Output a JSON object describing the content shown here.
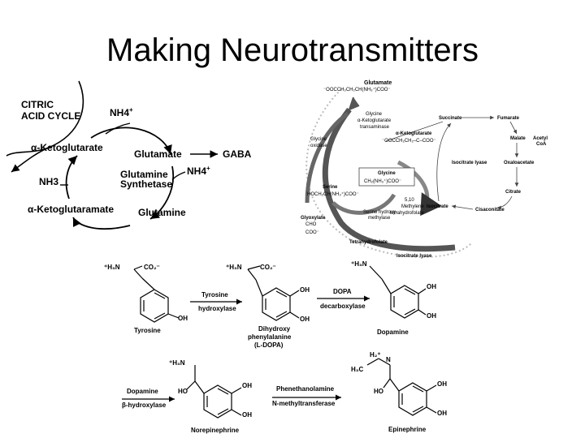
{
  "title": "Making Neurotransmitters",
  "cycle": {
    "citric_acid_cycle": [
      "CITRIC",
      "ACID CYCLE"
    ],
    "nh4_top": "NH4",
    "nh4_top_sup": "+",
    "a_ketoglutarate": "α-Ketoglutarate",
    "glutamate": "Glutamate",
    "gaba": "GABA",
    "nh4_right": "NH4",
    "nh4_right_sup": "+",
    "nh3": "NH3",
    "glutamine_synthetase": [
      "Glutamine",
      "Synthetase"
    ],
    "a_ketoglutaramate": "α-Ketoglutaramate",
    "glutamine": "Glutamine"
  },
  "glycine_path": {
    "glutamate": "Glutamate",
    "glutamate_formula": "⁻OOCCH₂CH₂CH(NH₃⁺)COO⁻",
    "glycine_akg_transaminase": [
      "Glycine",
      "α-Ketoglutarate",
      "transaminase"
    ],
    "glycine_oxidase": [
      "Glycine",
      "oxidase"
    ],
    "a_ketoglutarate": "α-Ketoglutarate",
    "akg_formula": "⁻OOCCH₂CH₂–C–COO⁻",
    "succinate": "Succinate",
    "fumarate": "Fumarate",
    "malate": "Malate",
    "acetyl_coa": [
      "Acetyl",
      "CoA"
    ],
    "isocitrate_lyase": "Isocitrate lyase",
    "oxaloacetate": "Oxaloacetate",
    "citrate": "Citrate",
    "cisaconitate": "Cisaconitate",
    "isocitrate": "Isocitrate",
    "glycine": "Glycine",
    "glycine_formula": "CH₂(NH₃⁺)COO⁻",
    "serine": "Serine",
    "serine_formula": "HOCH₂CH(NH₃⁺)COO⁻",
    "serine_hydroxymethylase": [
      "Serine hydroxy-",
      "methylase"
    ],
    "methylene_thf": [
      "5,10",
      "Methylene",
      "tetrahydrofolate"
    ],
    "glyoxylate": [
      "Glyoxylate",
      "CHO",
      "COO⁻"
    ],
    "tetrahydrofolate": "Tetrahydrofolate",
    "isocitrate_lyase_bottom": "Isocitrate lyase"
  },
  "catecholamines": {
    "tyrosine": "Tyrosine",
    "tyrosine_hydroxylase": [
      "Tyrosine",
      "hydroxylase"
    ],
    "l_dopa": [
      "Dihydroxy",
      "phenylalanine",
      "(L-DOPA)"
    ],
    "dopa_decarboxylase": [
      "DOPA",
      "decarboxylase"
    ],
    "dopamine": "Dopamine",
    "dopamine_b_hydroxylase": [
      "Dopamine",
      "β-hydroxylase"
    ],
    "norepinephrine": "Norepinephrine",
    "pnmt": [
      "Phenethanolamine",
      "N-methyltransferase"
    ],
    "epinephrine": "Epinephrine",
    "h3n": "⁺H₃N",
    "co2": "CO₂⁻",
    "oh": "OH",
    "h2n_plus": "H₂⁺",
    "n": "N",
    "h3c": "H₃C",
    "ho": "HO"
  }
}
